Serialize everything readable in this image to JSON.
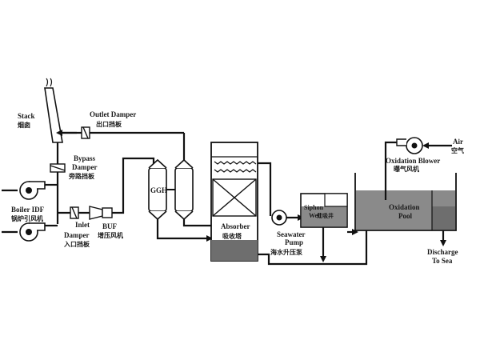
{
  "labels": {
    "stack": "Stack",
    "stack_cn": "烟囱",
    "outlet_damper": "Outlet Damper",
    "outlet_damper_cn": "出口挡板",
    "bypass_damper_1": "Bypass",
    "bypass_damper_2": "Damper",
    "bypass_damper_cn": "旁路挡板",
    "boiler_idf": "Boiler IDF",
    "boiler_idf_cn": "锅炉引风机",
    "inlet_damper_1": "Inlet",
    "inlet_damper_2": "Damper",
    "inlet_damper_cn": "入口挡板",
    "buf": "BUF",
    "buf_cn": "增压风机",
    "ggh": "GGH",
    "absorber": "Absorber",
    "absorber_cn": "吸收塔",
    "seawater_pump_1": "Seawater",
    "seawater_pump_2": "Pump",
    "seawater_pump_cn": "海水升压泵",
    "siphon_well_1": "Siphon",
    "siphon_well_2": "Well",
    "siphon_well_cn": "虹吸井",
    "oxidation_pool_1": "Oxidation",
    "oxidation_pool_2": "Pool",
    "oxidation_blower": "Oxidation Blower",
    "oxidation_blower_cn": "曝气风机",
    "air": "Air",
    "air_cn": "空气",
    "discharge_1": "Discharge",
    "discharge_2": "To Sea"
  },
  "colors": {
    "line": "#111111",
    "liquid": "#8a8a8a",
    "liquid_dark": "#6e6e6e",
    "background": "#ffffff"
  }
}
